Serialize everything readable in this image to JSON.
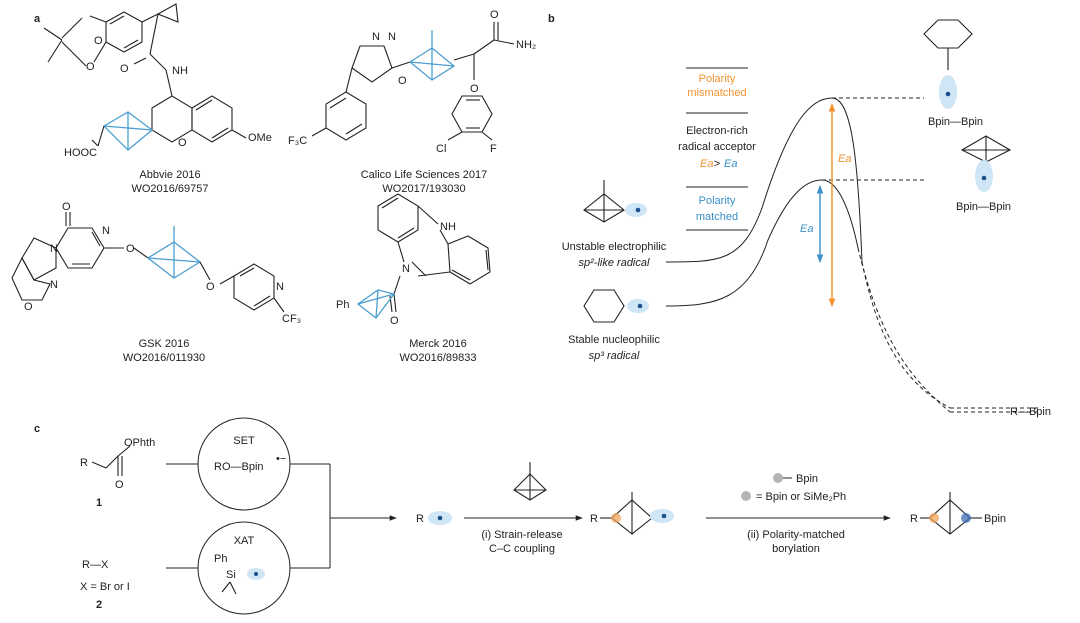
{
  "panels": {
    "a": "a",
    "b": "b",
    "c": "c"
  },
  "compounds": [
    {
      "company": "Abbvie 2016",
      "patent": "WO2016/69757"
    },
    {
      "company": "Calico Life Sciences 2017",
      "patent": "WO2017/193030"
    },
    {
      "company": "GSK 2016",
      "patent": "WO2016/011930"
    },
    {
      "company": "Merck 2016",
      "patent": "WO2016/89833"
    }
  ],
  "atoms": {
    "O": "O",
    "NH": "NH",
    "N": "N",
    "NH2": "NH₂",
    "OMe": "OMe",
    "HOOC": "HOOC",
    "F3C": "F₃C",
    "Cl": "Cl",
    "F": "F",
    "CF3": "CF₃",
    "Ph": "Ph"
  },
  "panel_b": {
    "mismatched_1": "Polarity",
    "mismatched_2": "mismatched",
    "middle_1": "Electron-rich",
    "middle_2": "radical acceptor",
    "inequality_lhs": "Ea",
    "inequality_op": ">",
    "inequality_rhs": "Ea",
    "matched_1": "Polarity",
    "matched_2": "matched",
    "ea_orange": "Ea",
    "ea_blue": "Ea",
    "unstable_1": "Unstable electrophilic",
    "unstable_2": "sp²-like radical",
    "stable_1": "Stable nucleophilic",
    "stable_2": "sp³ radical",
    "bpin_bpin": "Bpin—Bpin",
    "product": "R—Bpin"
  },
  "panel_c": {
    "acid_R": "R",
    "acid_OPhth": "OPhth",
    "acid_O": "O",
    "compound1": "1",
    "set_label": "SET",
    "set_reagent": "RO—Bpin",
    "halide": "R—X",
    "halide_def": "X = Br or I",
    "compound2": "2",
    "xat_label": "XAT",
    "xat_Ph": "Ph",
    "xat_Si": "Si",
    "radical_R": "R",
    "step1_1": "(i) Strain-release",
    "step1_2": "C–C coupling",
    "bpin_key": "Bpin",
    "bpin_def": "= Bpin or SiMe₂Ph",
    "step2_1": "(ii) Polarity-matched",
    "step2_2": "borylation",
    "prod_R": "R",
    "prod_Bpin": "Bpin"
  },
  "colors": {
    "blue": "#3a8fc7",
    "orange": "#f0922f",
    "lobe": "#cfe6f6",
    "dot": "#1d4f8c",
    "grey": "#b5b5b5",
    "bcp_orange": "#f3a35a"
  }
}
